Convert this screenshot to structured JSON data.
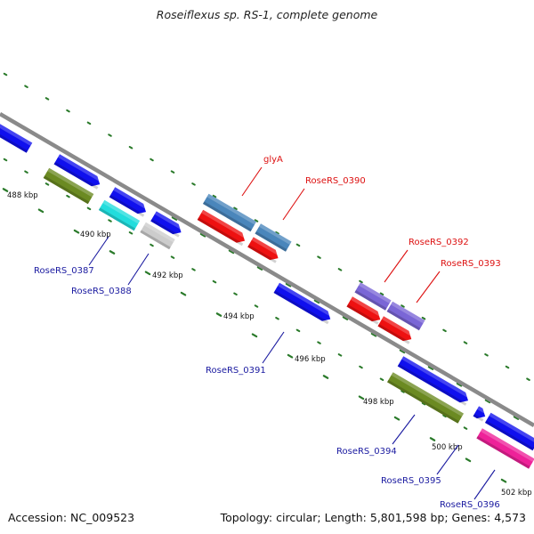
{
  "title": "Roseiflexus sp. RS-1, complete genome",
  "footer": {
    "accession": "Accession: NC_009523",
    "topology": "Topology: circular; Length: 5,801,598 bp; Genes: 4,573"
  },
  "colors": {
    "backbone": "#8a8a8a",
    "tick": "#2a7a2a",
    "forward_label": "#dd1111",
    "reverse_label": "#1a1aa0",
    "blue": "#1010ee",
    "steelblue": "#4a86bb",
    "red": "#ee1111",
    "olive": "#6b8a22",
    "cyan": "#22dddd",
    "gray": "#cccccc",
    "purple": "#7a66d6",
    "magenta": "#ee2299"
  },
  "scale_labels": [
    "488 kbp",
    "490 kbp",
    "492 kbp",
    "494 kbp",
    "496 kbp",
    "498 kbp",
    "500 kbp",
    "502 kbp"
  ],
  "gene_labels": [
    {
      "text": "glyA",
      "strand": "forward"
    },
    {
      "text": "RoseRS_0390",
      "strand": "forward"
    },
    {
      "text": "RoseRS_0392",
      "strand": "forward"
    },
    {
      "text": "RoseRS_0393",
      "strand": "forward"
    },
    {
      "text": "RoseRS_0387",
      "strand": "reverse"
    },
    {
      "text": "RoseRS_0388",
      "strand": "reverse"
    },
    {
      "text": "RoseRS_0391",
      "strand": "reverse"
    },
    {
      "text": "RoseRS_0394",
      "strand": "reverse"
    },
    {
      "text": "RoseRS_0395",
      "strand": "reverse"
    },
    {
      "text": "RoseRS_0396",
      "strand": "reverse"
    }
  ]
}
